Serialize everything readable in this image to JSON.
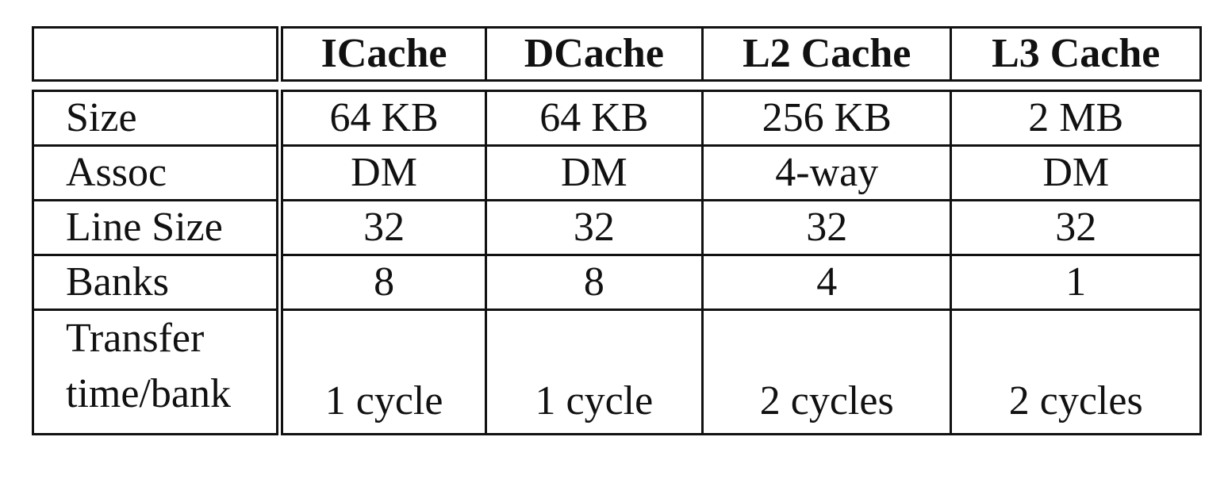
{
  "table": {
    "headers": [
      "",
      "ICache",
      "DCache",
      "L2 Cache",
      "L3 Cache"
    ],
    "rows": [
      {
        "label": "Size",
        "values": [
          "64 KB",
          "64 KB",
          "256 KB",
          "2 MB"
        ]
      },
      {
        "label": "Assoc",
        "values": [
          "DM",
          "DM",
          "4-way",
          "DM"
        ]
      },
      {
        "label": "Line Size",
        "values": [
          "32",
          "32",
          "32",
          "32"
        ]
      },
      {
        "label": "Banks",
        "values": [
          "8",
          "8",
          "4",
          "1"
        ]
      },
      {
        "label_lines": [
          "Transfer",
          "time/bank"
        ],
        "values": [
          "1 cycle",
          "1 cycle",
          "2 cycles",
          "2 cycles"
        ]
      }
    ]
  }
}
